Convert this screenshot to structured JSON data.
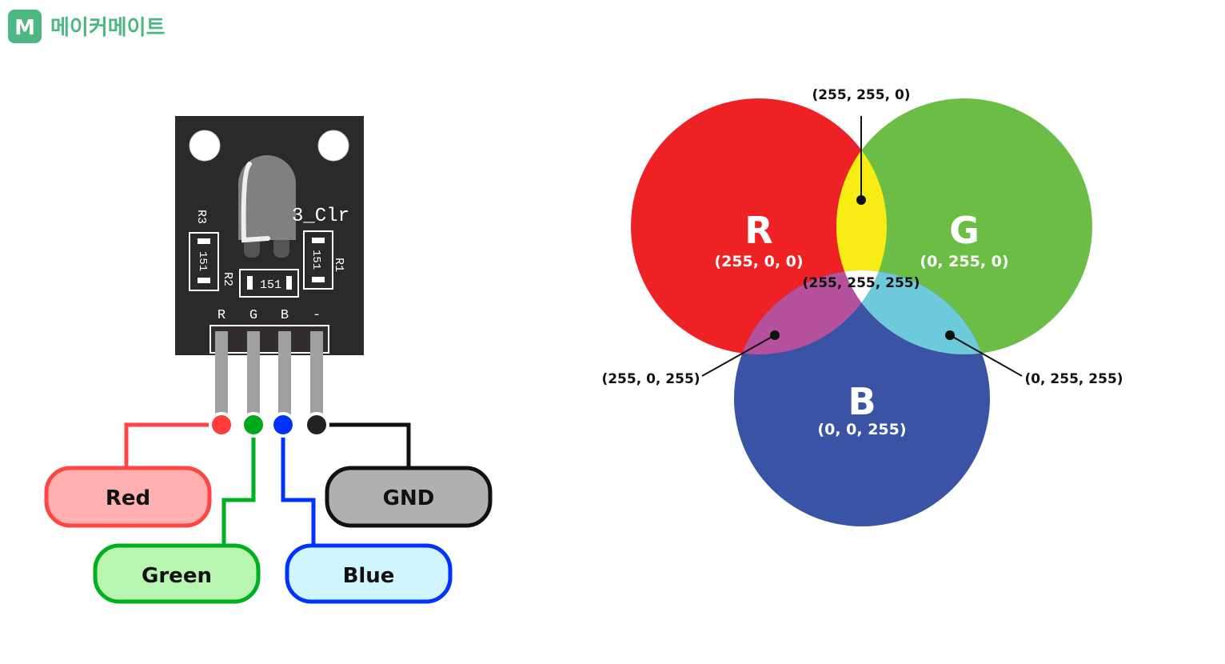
{
  "logo": {
    "mark": "M",
    "text": "메이커메이트",
    "color": "#4cb782"
  },
  "module": {
    "led_label": "3_Clr",
    "resistors": [
      {
        "name": "R3",
        "value": "151"
      },
      {
        "name": "R2",
        "value": "151"
      },
      {
        "name": "R1",
        "value": "151"
      }
    ],
    "pins": [
      "R",
      "G",
      "B",
      "-"
    ]
  },
  "wires": [
    {
      "label": "Red",
      "color": "#ff4444",
      "fill": "#ffb0b0"
    },
    {
      "label": "Green",
      "color": "#00b020",
      "fill": "#b8f5b0"
    },
    {
      "label": "Blue",
      "color": "#0033ff",
      "fill": "#d0f5ff"
    },
    {
      "label": "GND",
      "color": "#111111",
      "fill": "#b0b0b0"
    }
  ],
  "venn": {
    "red": {
      "letter": "R",
      "value": "(255, 0, 0)",
      "color": "#ee2124"
    },
    "green": {
      "letter": "G",
      "value": "(0, 255, 0)",
      "color": "#6bbd45"
    },
    "blue": {
      "letter": "B",
      "value": "(0, 0, 255)",
      "color": "#3a53a4"
    },
    "yellow": {
      "value": "(255, 255, 0)",
      "color": "#f7ec13"
    },
    "magenta": {
      "value": "(255, 0, 255)",
      "color": "#b5519d"
    },
    "cyan": {
      "value": "(0, 255, 255)",
      "color": "#6dcadb"
    },
    "white": {
      "value": "(255, 255, 255)",
      "color": "#ffffff"
    }
  }
}
